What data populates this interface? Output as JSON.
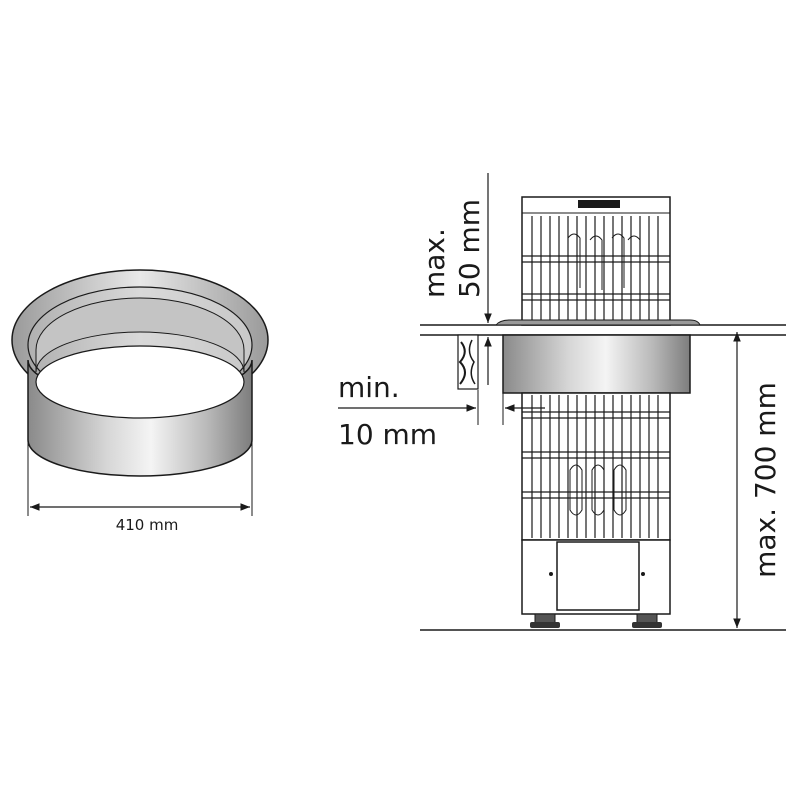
{
  "labels": {
    "ring_width": "410 mm",
    "top_gap_prefix": "max.",
    "top_gap_value": "50 mm",
    "side_gap_prefix": "min.",
    "side_gap_value": "10 mm",
    "height": "max. 700 mm"
  },
  "colors": {
    "line": "#1a1a1a",
    "steel_dark": "#8a8a8a",
    "steel_light": "#f2f2f2"
  }
}
